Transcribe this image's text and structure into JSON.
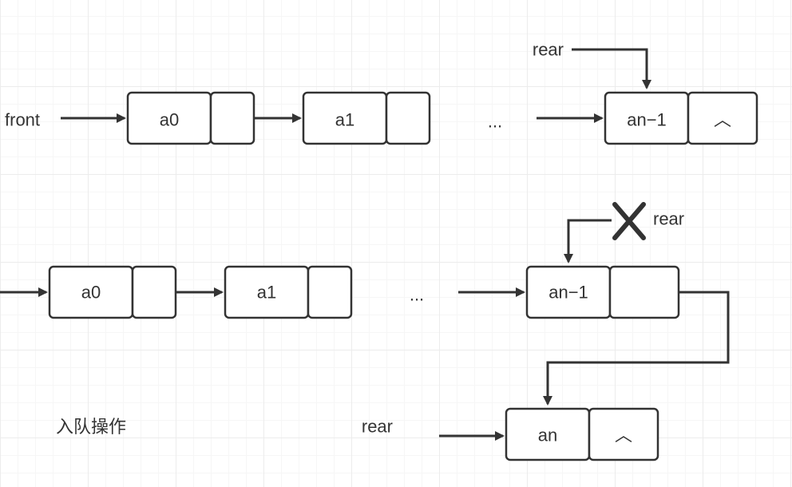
{
  "top": {
    "front_label": "front",
    "rear_label": "rear",
    "nodes": [
      {
        "data": "a0",
        "pointer": ""
      },
      {
        "data": "a1",
        "pointer": ""
      },
      {
        "data": "an−1",
        "pointer": "︿"
      }
    ],
    "ellipsis": "..."
  },
  "bottom": {
    "old_rear_label": "rear",
    "new_rear_label": "rear",
    "removed_mark": "✕",
    "nodes": [
      {
        "data": "a0",
        "pointer": ""
      },
      {
        "data": "a1",
        "pointer": ""
      },
      {
        "data": "an−1",
        "pointer": ""
      },
      {
        "data": "an",
        "pointer": "︿"
      }
    ],
    "ellipsis": "..."
  },
  "caption": "入队操作",
  "colors": {
    "stroke": "#333333",
    "background": "#ffffff",
    "grid": "#ececec"
  }
}
